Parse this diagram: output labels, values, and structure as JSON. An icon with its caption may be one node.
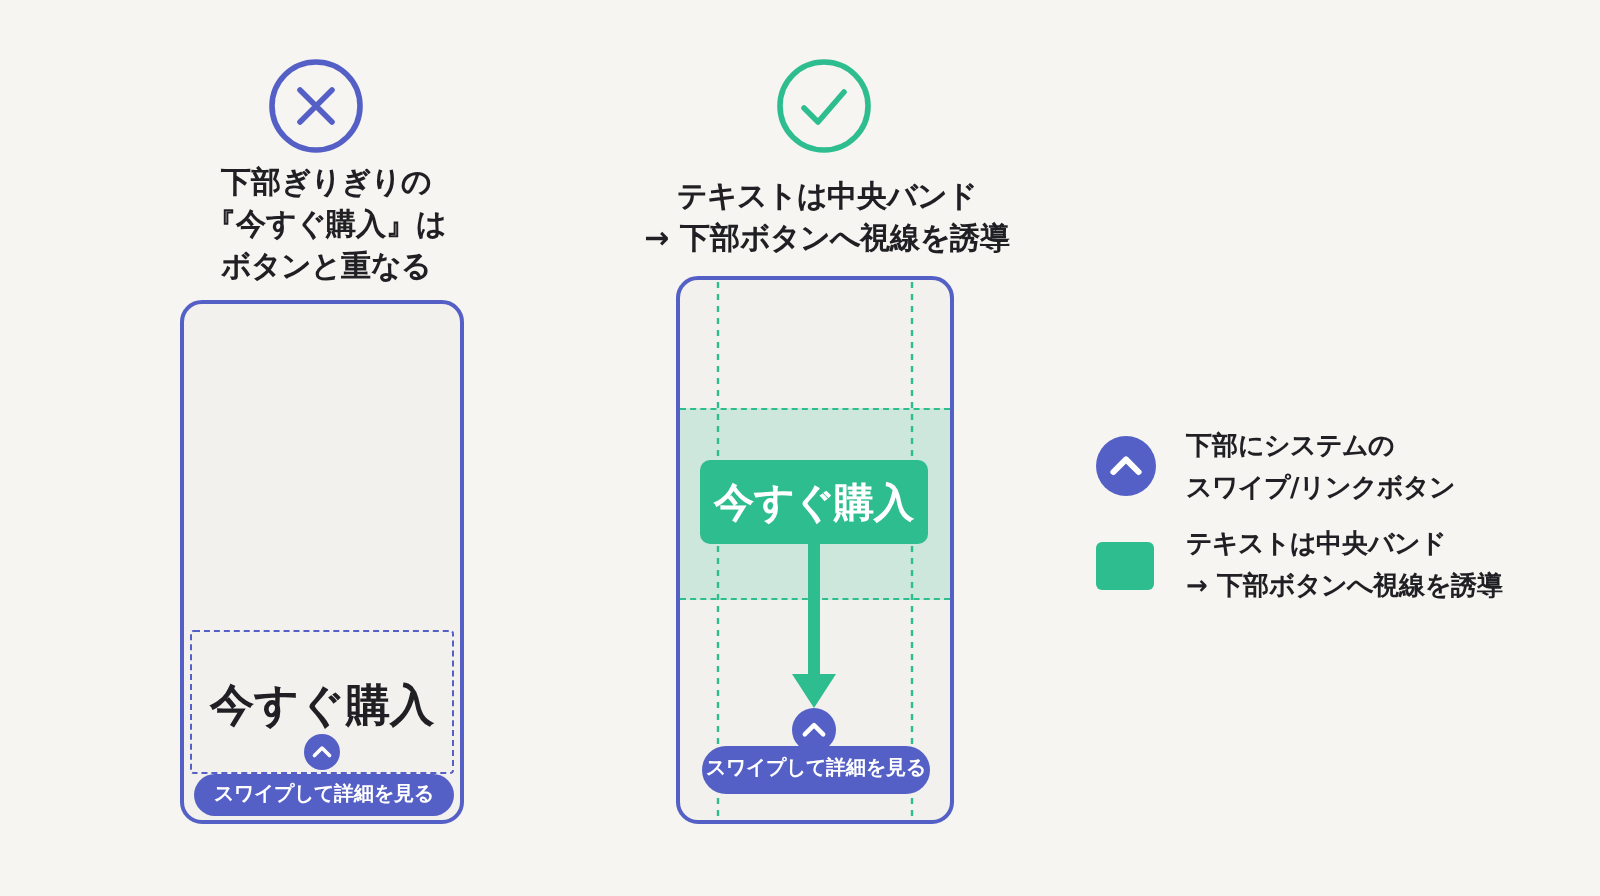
{
  "diagram": {
    "nodes": [
      {
        "text": [
          "下部ぎりぎりの『今すぐ購入』はボタンと重なる"
        ]
      },
      {
        "text": [
          "今すぐ購入"
        ],
        "in": 0
      },
      {
        "text": [],
        "shape": "circle",
        "in": 1
      },
      {
        "text": [
          "スワイプして詳細を見る"
        ],
        "in": 0
      },
      {
        "text": [
          "テキストは中央バンド → 下部ボタンへ視線を誘導"
        ]
      },
      {
        "text": [],
        "shape": "box",
        "in": 4
      },
      {
        "text": [
          "今すぐ購入"
        ],
        "in": 5
      },
      {
        "text": [],
        "shape": "circle",
        "in": 4
      },
      {
        "text": [
          "スワイプして詳細を見る"
        ],
        "in": 4
      }
    ],
    "edges": [
      {
        "from": 6,
        "to": 7,
        "arrow": "to",
        "color": "#2ebd8e"
      }
    ],
    "legend": [
      {
        "text": "下部にシステムのスワイプ/リンクボタン"
      },
      {
        "text": "テキストは中央バンド → 下部ボタンへ視線を誘導",
        "color": "#2ebd8e"
      }
    ]
  }
}
